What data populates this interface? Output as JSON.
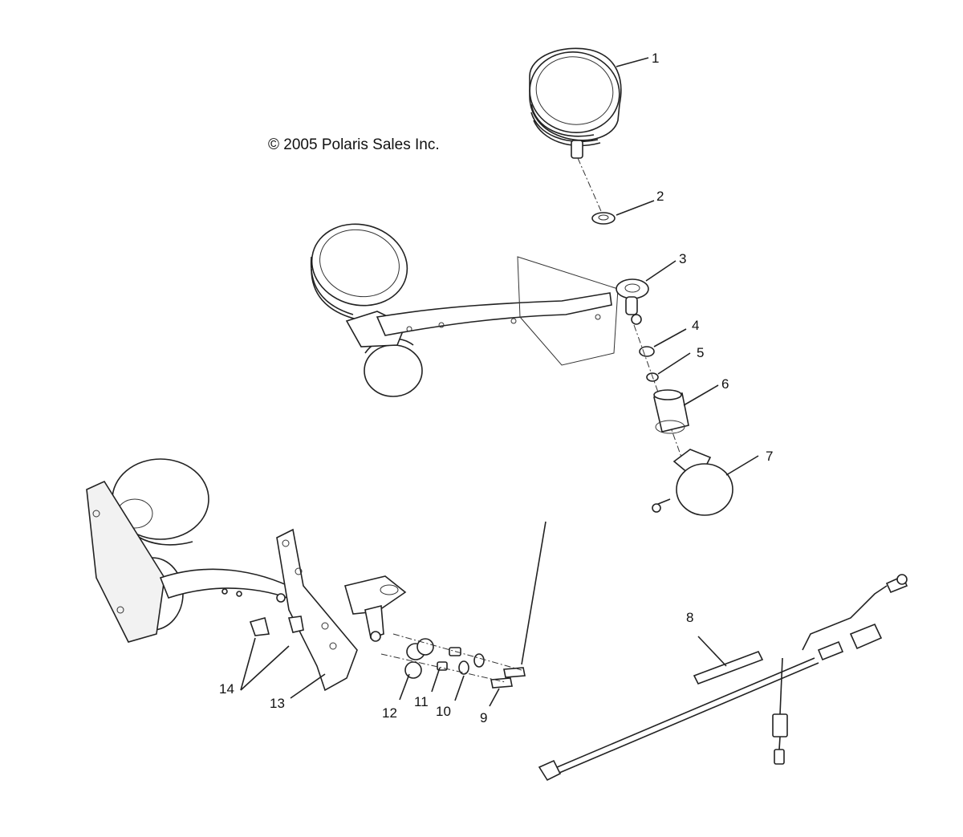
{
  "copyright": "© 2005 Polaris Sales Inc.",
  "callouts": [
    {
      "id": "1",
      "label": "1"
    },
    {
      "id": "2",
      "label": "2"
    },
    {
      "id": "3",
      "label": "3"
    },
    {
      "id": "4",
      "label": "4"
    },
    {
      "id": "5",
      "label": "5"
    },
    {
      "id": "6",
      "label": "6"
    },
    {
      "id": "7",
      "label": "7"
    },
    {
      "id": "8",
      "label": "8"
    },
    {
      "id": "9",
      "label": "9"
    },
    {
      "id": "10",
      "label": "10"
    },
    {
      "id": "11",
      "label": "11"
    },
    {
      "id": "12",
      "label": "12"
    },
    {
      "id": "13",
      "label": "13"
    },
    {
      "id": "14",
      "label": "14"
    }
  ]
}
